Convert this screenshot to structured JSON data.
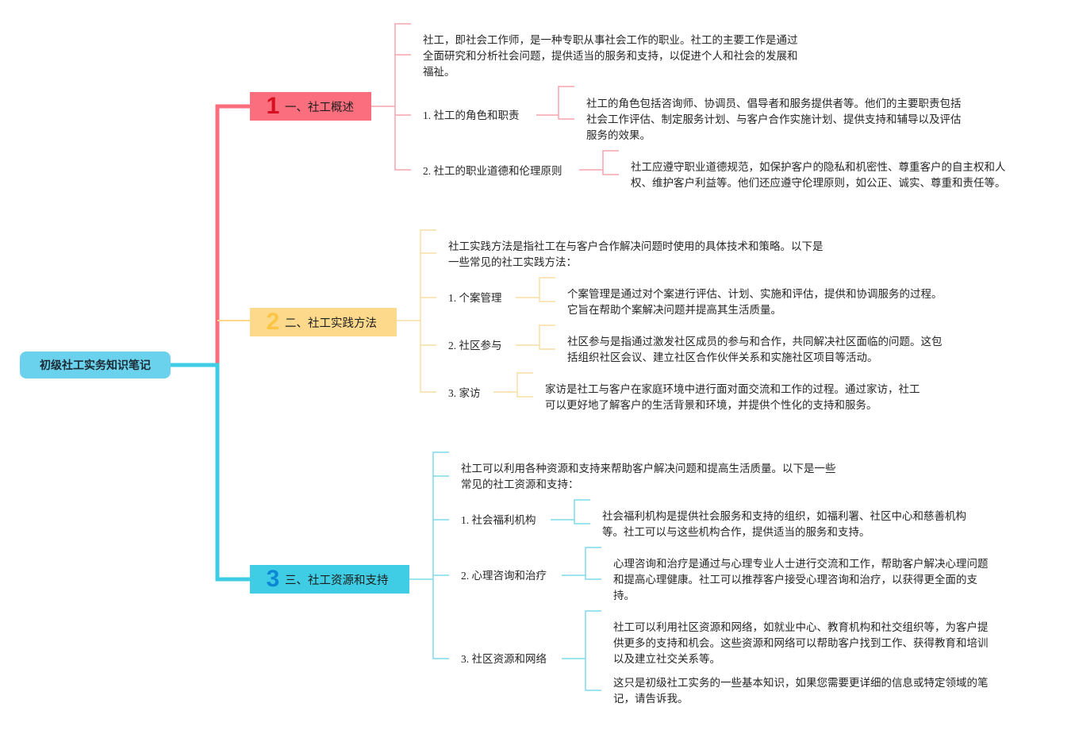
{
  "root": {
    "label": "初级社工实务知识笔记"
  },
  "colors": {
    "root": "#6ad2ec",
    "branch1": "#fb6e7e",
    "branch2": "#fdd98c",
    "branch3": "#3ecde4"
  },
  "branches": [
    {
      "num": "1",
      "label": "一、社工概述",
      "intro": [
        "社工，即社会工作师，是一种专职从事社会工作的职业。社工的主要工作是通过",
        "全面研究和分析社会问题，提供适当的服务和支持，以促进个人和社会的发展和",
        "福祉。"
      ],
      "items": [
        {
          "label": "1. 社工的角色和职责",
          "detail": [
            "社工的角色包括咨询师、协调员、倡导者和服务提供者等。他们的主要职责包括",
            "社会工作评估、制定服务计划、与客户合作实施计划、提供支持和辅导以及评估",
            "服务的效果。"
          ]
        },
        {
          "label": "2. 社工的职业道德和伦理原则",
          "detail": [
            "社工应遵守职业道德规范，如保护客户的隐私和机密性、尊重客户的自主权和人",
            "权、维护客户利益等。他们还应遵守伦理原则，如公正、诚实、尊重和责任等。"
          ]
        }
      ]
    },
    {
      "num": "2",
      "label": "二、社工实践方法",
      "intro": [
        "社工实践方法是指社工在与客户合作解决问题时使用的具体技术和策略。以下是",
        "一些常见的社工实践方法："
      ],
      "items": [
        {
          "label": "1. 个案管理",
          "detail": [
            "个案管理是通过对个案进行评估、计划、实施和评估，提供和协调服务的过程。",
            "它旨在帮助个案解决问题并提高其生活质量。"
          ]
        },
        {
          "label": "2. 社区参与",
          "detail": [
            "社区参与是指通过激发社区成员的参与和合作，共同解决社区面临的问题。这包",
            "括组织社区会议、建立社区合作伙伴关系和实施社区项目等活动。"
          ]
        },
        {
          "label": "3. 家访",
          "detail": [
            "家访是社工与客户在家庭环境中进行面对面交流和工作的过程。通过家访，社工",
            "可以更好地了解客户的生活背景和环境，并提供个性化的支持和服务。"
          ]
        }
      ]
    },
    {
      "num": "3",
      "label": "三、社工资源和支持",
      "intro": [
        "社工可以利用各种资源和支持来帮助客户解决问题和提高生活质量。以下是一些",
        "常见的社工资源和支持："
      ],
      "items": [
        {
          "label": "1. 社会福利机构",
          "detail": [
            "社会福利机构是提供社会服务和支持的组织，如福利署、社区中心和慈善机构",
            "等。社工可以与这些机构合作，提供适当的服务和支持。"
          ]
        },
        {
          "label": "2. 心理咨询和治疗",
          "detail": [
            "心理咨询和治疗是通过与心理专业人士进行交流和工作，帮助客户解决心理问题",
            "和提高心理健康。社工可以推荐客户接受心理咨询和治疗，以获得更全面的支",
            "持。"
          ]
        },
        {
          "label": "3. 社区资源和网络",
          "detail": [
            "社工可以利用社区资源和网络，如就业中心、教育机构和社交组织等，为客户提",
            "供更多的支持和机会。这些资源和网络可以帮助客户找到工作、获得教育和培训",
            "以及建立社交关系等。"
          ],
          "detail2": [
            "这只是初级社工实务的一些基本知识，如果您需要更详细的信息或特定领域的笔",
            "记，请告诉我。"
          ]
        }
      ]
    }
  ]
}
